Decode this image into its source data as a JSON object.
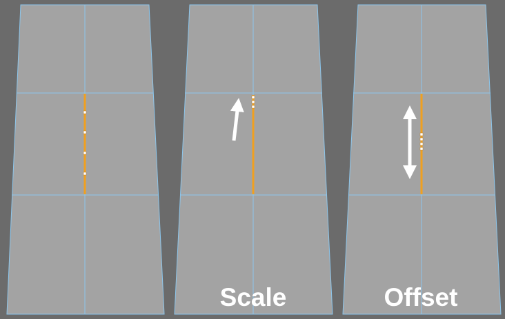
{
  "viewport": {
    "background_color": "#6b6b6b",
    "surface_color": "#a3a3a3",
    "edge_line_color": "#8cc6ec",
    "selected_edge_color": "#f0a020",
    "point_handle_color": "#ffffff",
    "arrow_color": "#ffffff"
  },
  "panels": [
    {
      "id": "original",
      "caption": "",
      "arrow": "none",
      "point_count": 4
    },
    {
      "id": "scale",
      "caption": "Scale",
      "arrow": "up-arrow-icon",
      "point_count": 3
    },
    {
      "id": "offset",
      "caption": "Offset",
      "arrow": "double-vertical-arrow-icon",
      "point_count": 4
    }
  ]
}
